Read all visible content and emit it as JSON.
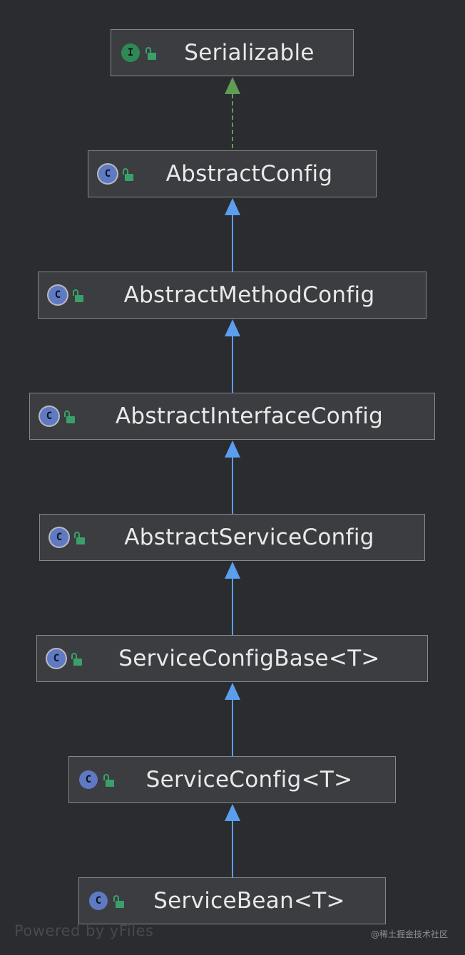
{
  "nodes": [
    {
      "label": "Serializable",
      "kind": "interface",
      "icon": "interface-icon",
      "kind_letter": "I"
    },
    {
      "label": "AbstractConfig",
      "kind": "abstract-class",
      "icon": "abstract-class-icon",
      "kind_letter": "C"
    },
    {
      "label": "AbstractMethodConfig",
      "kind": "abstract-class",
      "icon": "abstract-class-icon",
      "kind_letter": "C"
    },
    {
      "label": "AbstractInterfaceConfig",
      "kind": "abstract-class",
      "icon": "abstract-class-icon",
      "kind_letter": "C"
    },
    {
      "label": "AbstractServiceConfig",
      "kind": "abstract-class",
      "icon": "abstract-class-icon",
      "kind_letter": "C"
    },
    {
      "label": "ServiceConfigBase<T>",
      "kind": "abstract-class",
      "icon": "abstract-class-icon",
      "kind_letter": "C"
    },
    {
      "label": "ServiceConfig<T>",
      "kind": "class",
      "icon": "class-icon",
      "kind_letter": "C"
    },
    {
      "label": "ServiceBean<T>",
      "kind": "class",
      "icon": "class-icon",
      "kind_letter": "C"
    }
  ],
  "edges": [
    {
      "from": "AbstractConfig",
      "to": "Serializable",
      "type": "implements"
    },
    {
      "from": "AbstractMethodConfig",
      "to": "AbstractConfig",
      "type": "extends"
    },
    {
      "from": "AbstractInterfaceConfig",
      "to": "AbstractMethodConfig",
      "type": "extends"
    },
    {
      "from": "AbstractServiceConfig",
      "to": "AbstractInterfaceConfig",
      "type": "extends"
    },
    {
      "from": "ServiceConfigBase<T>",
      "to": "AbstractServiceConfig",
      "type": "extends"
    },
    {
      "from": "ServiceConfig<T>",
      "to": "ServiceConfigBase<T>",
      "type": "extends"
    },
    {
      "from": "ServiceBean<T>",
      "to": "ServiceConfig<T>",
      "type": "extends"
    }
  ],
  "colors": {
    "background": "#2b2c30",
    "node_fill": "#3b3d41",
    "node_border": "#85888d",
    "extends_arrow": "#5c9eee",
    "implements_arrow": "#5e9d55",
    "interface_icon": "#2e8a55",
    "class_icon": "#5f79c3",
    "lock_icon": "#3aa06a"
  },
  "footer": {
    "powered_by": "Powered by yFiles",
    "watermark": "@稀土掘金技术社区"
  }
}
